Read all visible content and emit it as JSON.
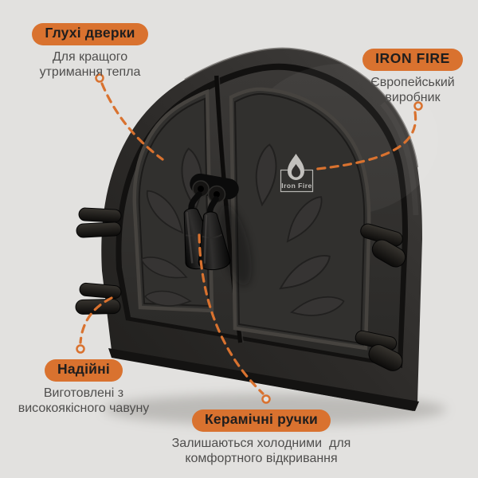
{
  "colors": {
    "background": "#e2e1df",
    "accent": "#d9722f",
    "pill_text": "#1f1e1e",
    "description_text": "#4f4e4d",
    "door_metal_dark": "#262422",
    "door_metal_light": "#3b3937"
  },
  "callouts": [
    {
      "id": "blind-doors",
      "title": "Глухі дверки",
      "description_lines": [
        "Для кращого",
        "утримання тепла"
      ]
    },
    {
      "id": "brand",
      "title": "IRON FIRE",
      "description_lines": [
        "Європейський",
        "виробник"
      ]
    },
    {
      "id": "reliable",
      "title": "Надійні",
      "description_lines": [
        "Виготовлені з",
        "високоякісного чавуну"
      ]
    },
    {
      "id": "ceramic-handles",
      "title": "Керамічні ручки",
      "description_lines": [
        "Залишаються холодними  для",
        "комфортного відкривання"
      ]
    }
  ],
  "product": {
    "logo_text": "Iron Fire"
  }
}
